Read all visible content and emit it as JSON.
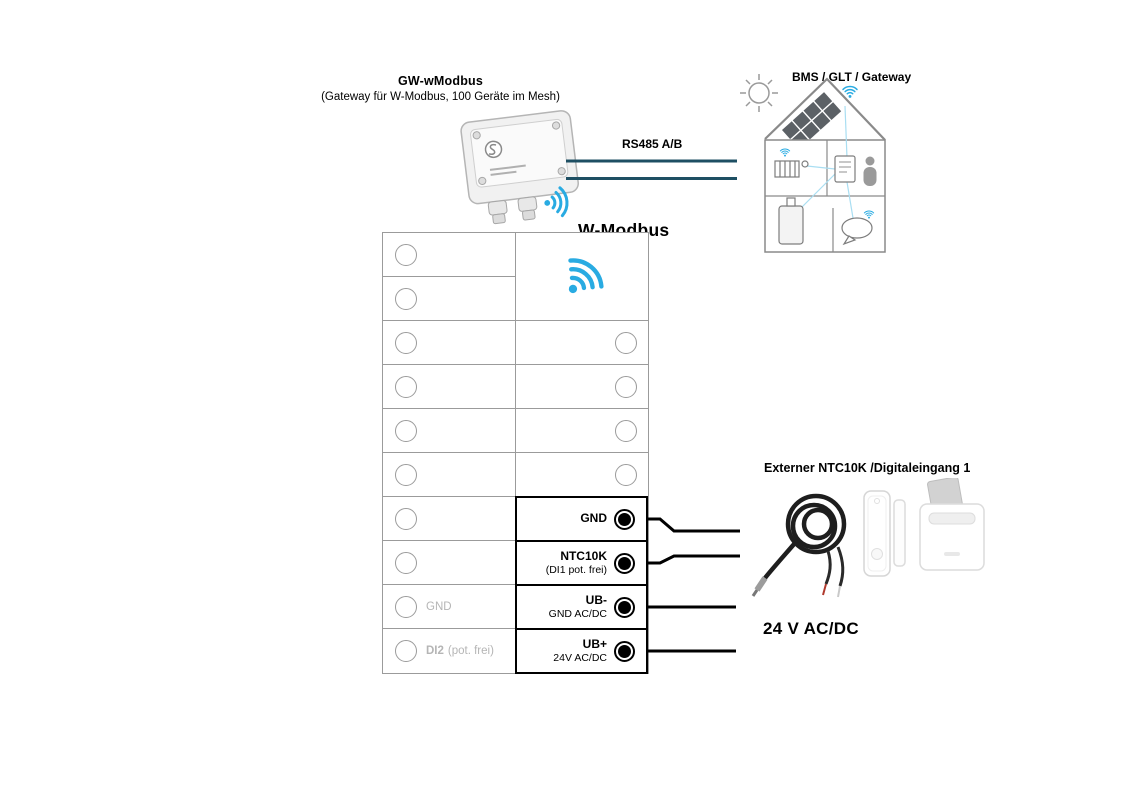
{
  "diagram": {
    "gateway": {
      "title": "GW-wModbus",
      "subtitle": "(Gateway für W-Modbus, 100 Geräte im Mesh)"
    },
    "bus": {
      "rs485_label": "RS485 A/B",
      "wmodbus_label": "W-Modbus"
    },
    "bms_label": "BMS / GLT / Gateway",
    "external_label": "Externer NTC10K /Digitaleingang 1",
    "supply_label": "24 V AC/DC",
    "terminal_block": {
      "left_column": {
        "gnd_label": "GND",
        "di2_main": "DI2",
        "di2_sub": "(pot. frei)"
      },
      "right_terminals": [
        {
          "main": "GND",
          "sub": ""
        },
        {
          "main": "NTC10K",
          "sub": "(DI1 pot. frei)"
        },
        {
          "main": "UB-",
          "sub": "GND AC/DC"
        },
        {
          "main": "UB+",
          "sub": "24V AC/DC"
        }
      ]
    }
  },
  "colors": {
    "wifi_blue": "#29abe2",
    "rs485_line": "#1e4f63",
    "grid_line": "#9b9b9b",
    "muted_text": "#b5b5b5",
    "wire_black": "#000000"
  }
}
